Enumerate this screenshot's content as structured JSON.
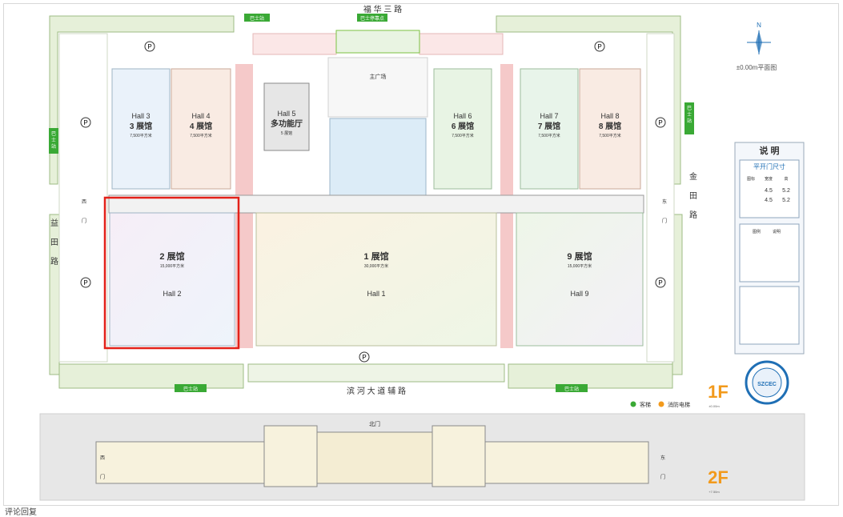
{
  "roads": {
    "north": "福  华  三  路",
    "south": "滨  河  大  道  辅  路",
    "west": "益\n田\n路",
    "east": "金\n田\n路"
  },
  "bus_stations": {
    "north": "巴士站",
    "north_terminal": "巴士停靠点",
    "west": "巴士站",
    "east": "巴士站",
    "south_left": "巴士站",
    "south_right": "巴士站"
  },
  "main_plaza": "主广场",
  "parking_symbol": "P",
  "gates": {
    "west": "西\n门",
    "east": "东\n门",
    "north_2f": "北门"
  },
  "halls": [
    {
      "id": "hall3",
      "en": "Hall 3",
      "cn": "3 展馆",
      "area": "7,500平方米"
    },
    {
      "id": "hall4",
      "en": "Hall 4",
      "cn": "4 展馆",
      "area": "7,500平方米"
    },
    {
      "id": "hall5",
      "en": "Hall 5",
      "cn": "多功能厅",
      "area": "5 展馆"
    },
    {
      "id": "hall6",
      "en": "Hall 6",
      "cn": "6 展馆",
      "area": "7,500平方米"
    },
    {
      "id": "hall7",
      "en": "Hall 7",
      "cn": "7 展馆",
      "area": "7,500平方米"
    },
    {
      "id": "hall8",
      "en": "Hall 8",
      "cn": "8 展馆",
      "area": "7,500平方米"
    },
    {
      "id": "hall2",
      "en": "Hall 2",
      "cn": "2 展馆",
      "area": "15,000平方米"
    },
    {
      "id": "hall1",
      "en": "Hall 1",
      "cn": "1 展馆",
      "area": "30,000平方米"
    },
    {
      "id": "hall9",
      "en": "Hall 9",
      "cn": "9 展馆",
      "area": "15,000平方米"
    }
  ],
  "compass": {
    "north": "N",
    "elevation": "±0.00m平面图"
  },
  "legend": {
    "title": "说    明",
    "door_title": "平开门尺寸",
    "door_headers": [
      "图标",
      "宽度",
      "高"
    ],
    "door_rows": [
      [
        "4.5",
        "5.2"
      ],
      [
        "4.5",
        "5.2"
      ]
    ],
    "icon_headers": [
      "图例",
      "说明"
    ]
  },
  "logo_text": "SZCEC",
  "floors": {
    "f1": "1F",
    "f1_sub": "±0.00m",
    "f2": "2F",
    "f2_sub": "+7.50m"
  },
  "bottom_legend": {
    "passenger": "客梯",
    "fire": "消防电梯"
  },
  "colors": {
    "accent_green": "#7cc242",
    "bus_green": "#3aa935",
    "highlight_red": "#e32119",
    "road_pink": "#f5c9c9",
    "floor_orange": "#f29a1c",
    "legend_blue": "#1f6fb5"
  },
  "highlight": {
    "hall": "hall2"
  },
  "footer": "评论回复"
}
